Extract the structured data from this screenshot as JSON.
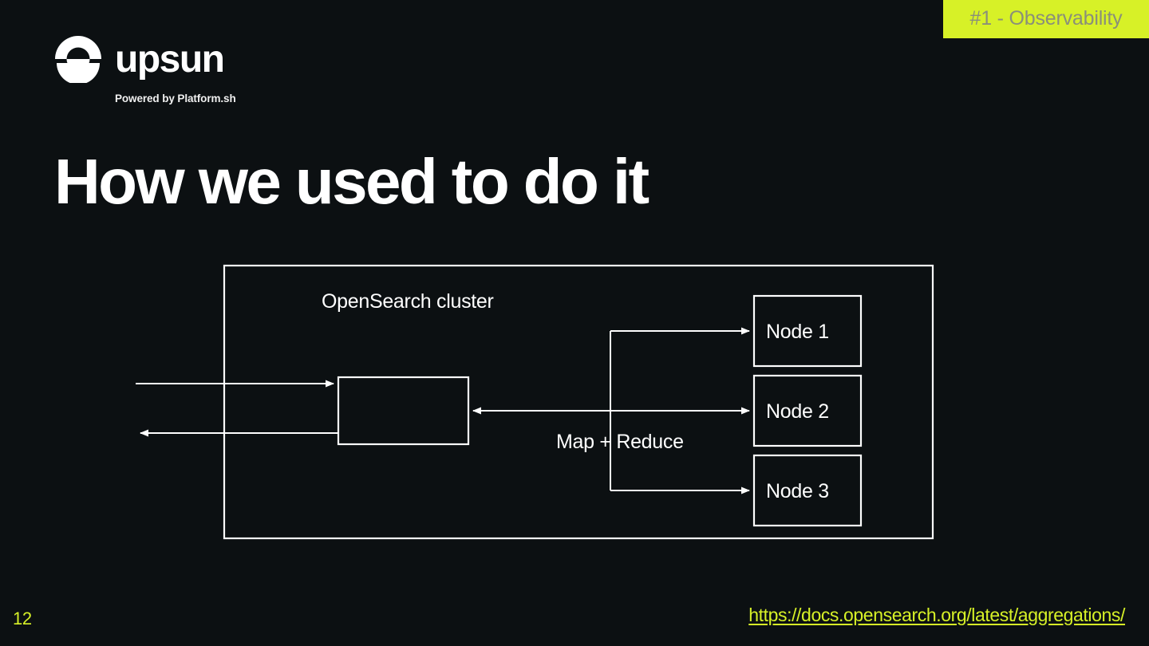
{
  "badge": {
    "label": "#1 - Observability",
    "bg_color": "#d7f127",
    "text_color": "#8a8f7a"
  },
  "logo": {
    "mark_name": "upsun-logo-mark",
    "wordmark": "upsun",
    "tagline": "Powered by Platform.sh"
  },
  "title": "How we used to do it",
  "diagram": {
    "container_label": "OpenSearch cluster",
    "center_box_label": "",
    "flow_label": "Map + Reduce",
    "nodes": [
      {
        "label": "Node 1"
      },
      {
        "label": "Node 2"
      },
      {
        "label": "Node 3"
      }
    ],
    "stroke_color": "#ffffff"
  },
  "footer": {
    "page_number": "12",
    "source_url": "https://docs.opensearch.org/latest/aggregations/",
    "link_color": "#d7f127"
  },
  "theme": {
    "background": "#0c1012",
    "foreground": "#ffffff",
    "accent": "#d7f127"
  }
}
